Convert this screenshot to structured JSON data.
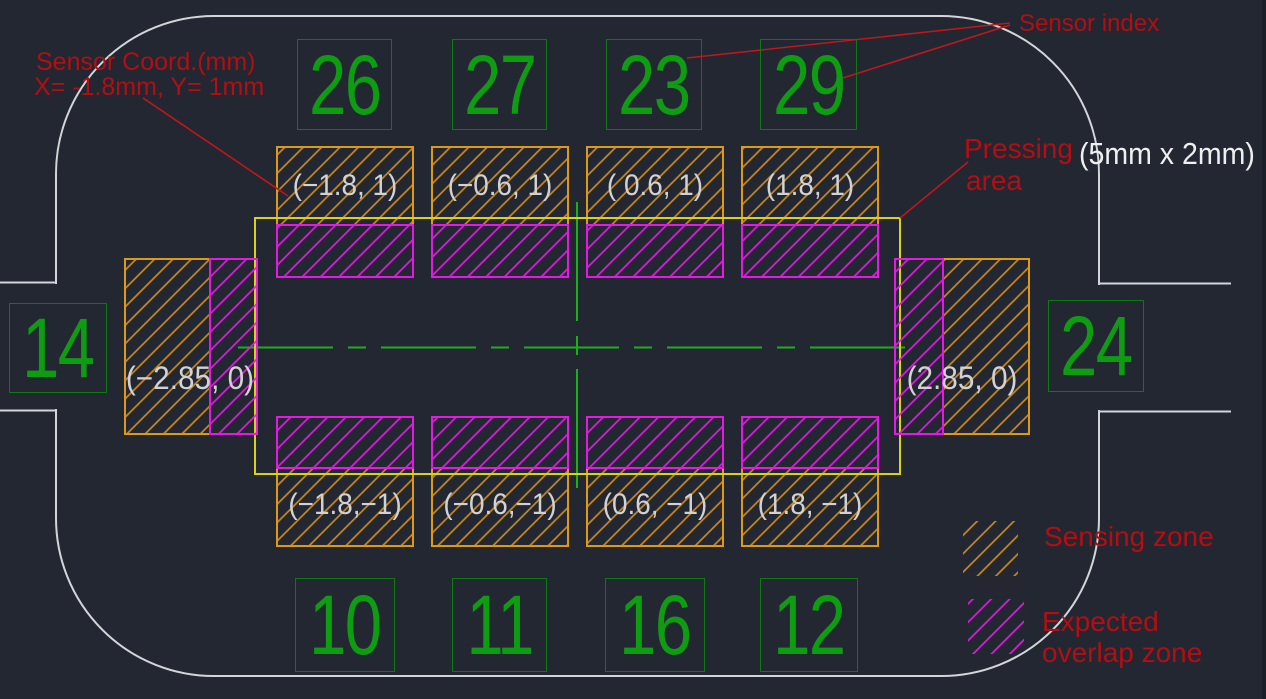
{
  "sensors": {
    "top": [
      {
        "index": "26",
        "coord": "(−1.8, 1)"
      },
      {
        "index": "27",
        "coord": "(−0.6, 1)"
      },
      {
        "index": "23",
        "coord": "( 0.6, 1)"
      },
      {
        "index": "29",
        "coord": "(1.8, 1)"
      }
    ],
    "bottom": [
      {
        "index": "10",
        "coord": "(−1.8,−1)"
      },
      {
        "index": "11",
        "coord": "(−0.6,−1)"
      },
      {
        "index": "16",
        "coord": "(0.6, −1)"
      },
      {
        "index": "12",
        "coord": "(1.8, −1)"
      }
    ],
    "left": {
      "index": "14",
      "coord": "(−2.85, 0)"
    },
    "right": {
      "index": "24",
      "coord": "(2.85, 0)"
    }
  },
  "annotations": {
    "sensor_coord_line1": "Sensor Coord.(mm)",
    "sensor_coord_line2": "X= -1.8mm, Y= 1mm",
    "sensor_index": "Sensor index",
    "pressing_line1": "Pressing",
    "pressing_line2": "area",
    "pressing_size": "(5mm x 2mm)"
  },
  "legend": {
    "sensing_zone": "Sensing zone",
    "overlap_line1": "Expected",
    "overlap_line2": "overlap zone"
  },
  "colors": {
    "bg": "#222731",
    "outline": "#d3d5d9",
    "green-border": "#0c7a11",
    "green-number": "#0d9c12",
    "centerline": "#19b019",
    "orange-border": "#dd9a12",
    "orange-hatch": "#cb8a1e",
    "magenta": "#e41ae4",
    "yellow": "#d8d414",
    "red-text": "#b30e13",
    "red-line": "#c2161b",
    "coord-text": "#d2d2d2",
    "white-label": "#efefef"
  }
}
